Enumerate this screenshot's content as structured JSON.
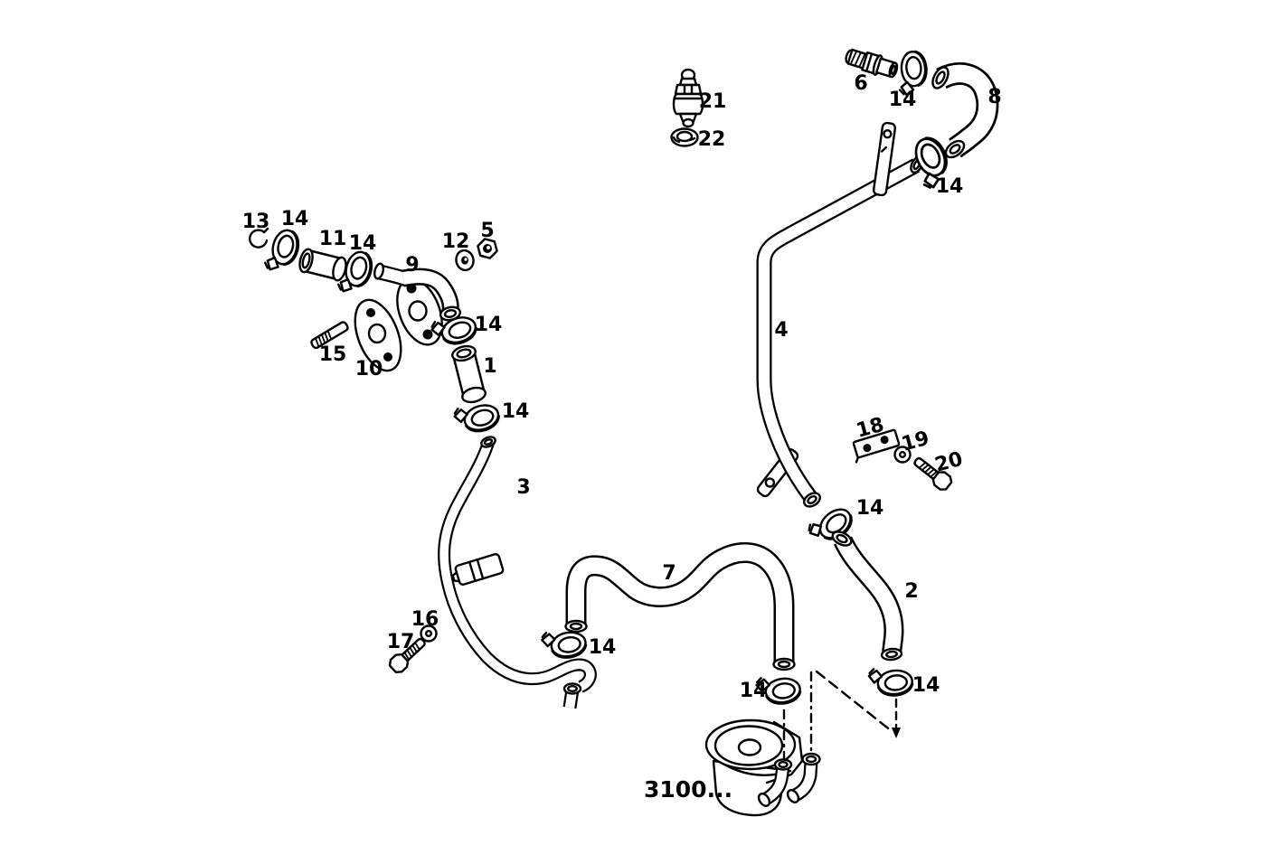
{
  "figure": {
    "background": "#ffffff",
    "ink": "#000000",
    "callouts": [
      {
        "text": "13"
      },
      {
        "text": "14"
      },
      {
        "text": "11"
      },
      {
        "text": "14"
      },
      {
        "text": "9"
      },
      {
        "text": "12"
      },
      {
        "text": "5"
      },
      {
        "text": "15"
      },
      {
        "text": "10"
      },
      {
        "text": "14"
      },
      {
        "text": "1"
      },
      {
        "text": "14"
      },
      {
        "text": "3"
      },
      {
        "text": "21"
      },
      {
        "text": "22"
      },
      {
        "text": "6"
      },
      {
        "text": "14"
      },
      {
        "text": "8"
      },
      {
        "text": "14"
      },
      {
        "text": "4"
      },
      {
        "text": "18"
      },
      {
        "text": "19"
      },
      {
        "text": "20"
      },
      {
        "text": "14"
      },
      {
        "text": "2"
      },
      {
        "text": "7"
      },
      {
        "text": "14"
      },
      {
        "text": "16"
      },
      {
        "text": "17"
      },
      {
        "text": "14"
      },
      {
        "text": "14"
      }
    ],
    "figure_code": {
      "text": "3100..."
    }
  }
}
